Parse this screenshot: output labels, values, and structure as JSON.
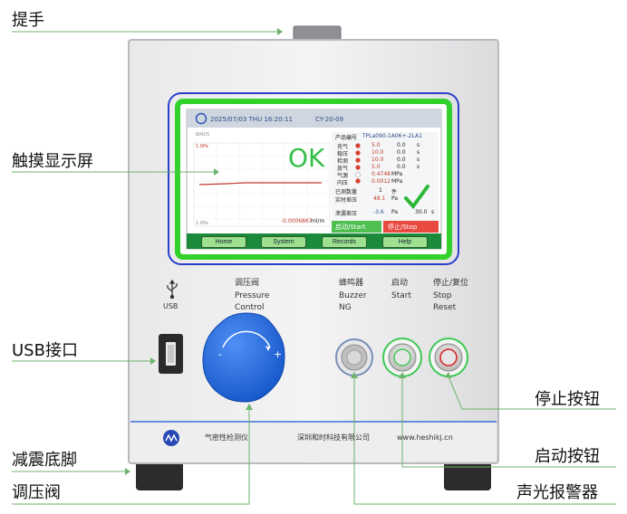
{
  "callouts": {
    "handle": "提手",
    "touchscreen": "触摸显示屏",
    "usb_port": "USB接口",
    "stop_button": "停止按钮",
    "feet": "减震底脚",
    "start_button": "启动按钮",
    "pressure_valve": "调压阀",
    "buzzer": "声光报警器"
  },
  "panel": {
    "usb_label": "USB",
    "valve_cn": "调压阀",
    "valve_en1": "Pressure",
    "valve_en2": "Control",
    "buzzer_cn": "蜂鸣器",
    "buzzer_en1": "Buzzer",
    "buzzer_en2": "NG",
    "start_cn": "启动",
    "start_en": "Start",
    "stop_cn": "停止/复位",
    "stop_en1": "Stop",
    "stop_en2": "Reset",
    "knob_minus": "-",
    "knob_plus": "+",
    "brand_cn": "气密性检测仪",
    "company": "深圳和时科技有限公司",
    "website": "www.heshikj.cn"
  },
  "screen": {
    "datetime": "2025/07/03 THU 16:20:11",
    "program": "CY-20-09",
    "chart_unit": "BAR/S",
    "result": "OK",
    "leak_value": "-0.0006867",
    "leak_unit": "ml/m",
    "y_top": "1.0Pa",
    "y_bottom": "1.0Pa",
    "product_label": "产品编号",
    "product_value": "TPLa090-1A06+-2LA1",
    "rows": [
      {
        "name": "充气",
        "v1": "5.0",
        "v2": "0.0",
        "u": "s"
      },
      {
        "name": "稳压",
        "v1": "10.0",
        "v2": "0.0",
        "u": "s"
      },
      {
        "name": "检测",
        "v1": "10.0",
        "v2": "0.0",
        "u": "s"
      },
      {
        "name": "放气",
        "v1": "5.0",
        "v2": "0.0",
        "u": "s"
      }
    ],
    "pressure_label": "气源",
    "pressure_value": "0.4748",
    "pressure_unit": "MPa",
    "inner_label": "内压",
    "inner_value": "0.0012",
    "inner_unit": "MPa",
    "count_label": "已测数量",
    "count_value": "1",
    "count_unit": "件",
    "realtime_label": "实时差压",
    "realtime_value": "48.1",
    "realtime_unit": "Pa",
    "diff_label": "泄漏差压",
    "diff_value": "-3.6",
    "diff_unit": "Pa",
    "time_value": "30.0",
    "time_unit": "s",
    "start_btn": "启动/Start",
    "stop_btn": "停止/Stop",
    "nav": [
      "Home",
      "System",
      "Records",
      "Help"
    ]
  }
}
